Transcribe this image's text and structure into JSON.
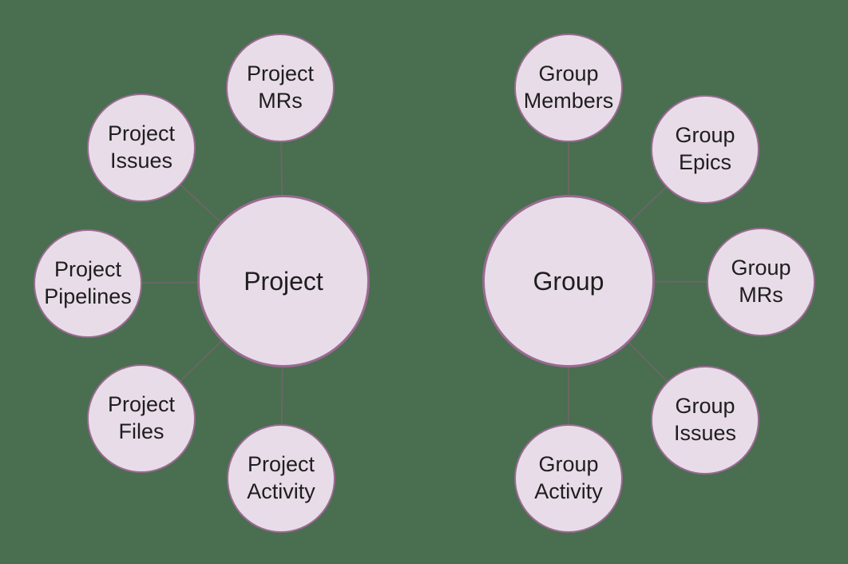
{
  "diagram": {
    "colors": {
      "background": "#4a6e50",
      "node_fill": "#e8dce8",
      "node_border": "#996a91",
      "connector": "#696764",
      "text": "#1e1e1e"
    },
    "clusters": [
      {
        "hub": {
          "label": "Project"
        },
        "satellites": [
          {
            "label": "Project\nMRs"
          },
          {
            "label": "Project\nIssues"
          },
          {
            "label": "Project\nPipelines"
          },
          {
            "label": "Project\nFiles"
          },
          {
            "label": "Project\nActivity"
          }
        ]
      },
      {
        "hub": {
          "label": "Group"
        },
        "satellites": [
          {
            "label": "Group\nMembers"
          },
          {
            "label": "Group\nEpics"
          },
          {
            "label": "Group\nMRs"
          },
          {
            "label": "Group\nIssues"
          },
          {
            "label": "Group\nActivity"
          }
        ]
      }
    ]
  }
}
